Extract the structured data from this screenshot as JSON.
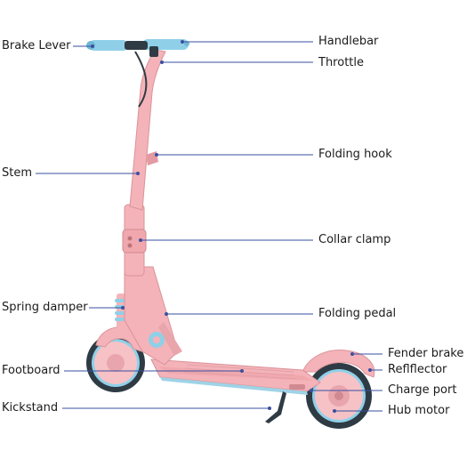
{
  "labels": {
    "brake_lever": "Brake Lever",
    "handlebar": "Handlebar",
    "throttle": "Throttle",
    "folding_hook": "Folding hook",
    "stem": "Stem",
    "collar_clamp": "Collar clamp",
    "spring_damper": "Spring damper",
    "folding_pedal": "Folding pedal",
    "fender_brake": "Fender brake",
    "reflector": "Reflflector",
    "footboard": "Footboard",
    "charge_port": "Charge port",
    "kickstand": "Kickstand",
    "hub_motor": "Hub motor"
  },
  "colors": {
    "body_pink": "#f4b3b8",
    "body_shade": "#e39aa1",
    "grip_blue": "#8fd0e8",
    "wheel_dark": "#2f3b44",
    "leader_line": "#3a4fa0"
  }
}
